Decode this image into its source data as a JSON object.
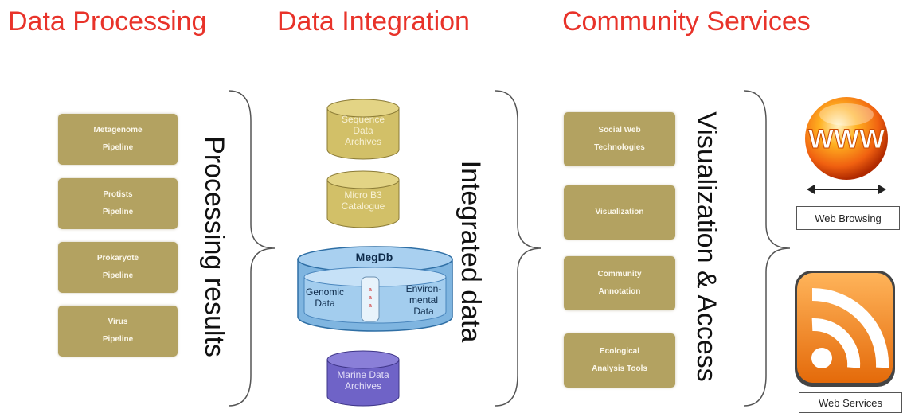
{
  "headings": {
    "processing": "Data Processing",
    "integration": "Data Integration",
    "community": "Community Services"
  },
  "pipelines": [
    "Metagenome\nPipeline",
    "Protists\nPipeline",
    "Prokaryote\nPipeline",
    "Virus\nPipeline"
  ],
  "processing_results": "Processing results",
  "databases": {
    "sequence": "Sequence\nData\nArchives",
    "microb3": "Micro B3\nCatalogue",
    "megdb_title": "MegDb",
    "megdb_genomic": "Genomic\nData",
    "megdb_env": "Environ-\nmental\nData",
    "marine": "Marine Data\nArchives"
  },
  "integrated_data": "Integrated data",
  "services": [
    "Social Web\nTechnologies",
    "Visualization",
    "Community\nAnnotation",
    "Ecological\nAnalysis Tools"
  ],
  "visualization_access": "Visualization  & Access",
  "outputs": {
    "www_text": "WWW",
    "web_browsing": "Web Browsing",
    "web_services": "Web Services"
  },
  "colors": {
    "heading": "#e8332a",
    "box": "#b3a261",
    "cylinder_gold": "#d2c068",
    "cylinder_blue": "#7fb5e0",
    "cylinder_purple": "#6f63c7",
    "rss_orange": "#f08a24"
  }
}
